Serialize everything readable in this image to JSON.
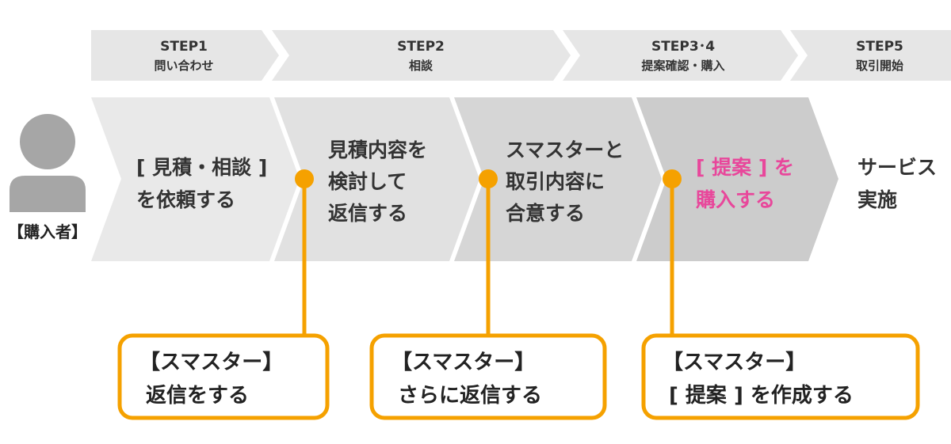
{
  "steps": [
    {
      "label": "STEP1",
      "sub": "問い合わせ"
    },
    {
      "label": "STEP2",
      "sub": "相談"
    },
    {
      "label": "STEP3･4",
      "sub": "提案確認・購入"
    },
    {
      "label": "STEP5",
      "sub": "取引開始"
    }
  ],
  "buyer": {
    "label": "【購入者】"
  },
  "process": [
    {
      "lines": [
        "[ 見積・相談 ]",
        "を依頼する"
      ]
    },
    {
      "lines": [
        "見積内容を",
        "検討して",
        "返信する"
      ]
    },
    {
      "lines": [
        "スマスターと",
        "取引内容に",
        "合意する"
      ]
    },
    {
      "lines": [
        "[ 提案 ] を",
        "購入する"
      ]
    },
    {
      "lines": [
        "サービス",
        "実施"
      ]
    }
  ],
  "callouts": [
    {
      "lines": [
        "【スマスター】",
        "返信をする"
      ]
    },
    {
      "lines": [
        "【スマスター】",
        "さらに返信する"
      ]
    },
    {
      "lines": [
        "【スマスター】",
        "[ 提案 ] を作成する"
      ]
    }
  ],
  "colors": {
    "accent_orange": "#f5a100",
    "highlight_pink": "#e8479b",
    "step_bar": "#e6e6e6",
    "chevron_light": "#e9e9e9",
    "chevron_mid": "#e1e1e1",
    "chevron_dark": "#d6d6d6",
    "chevron_darkest": "#cccccc",
    "person_icon": "#a6a6a6"
  }
}
